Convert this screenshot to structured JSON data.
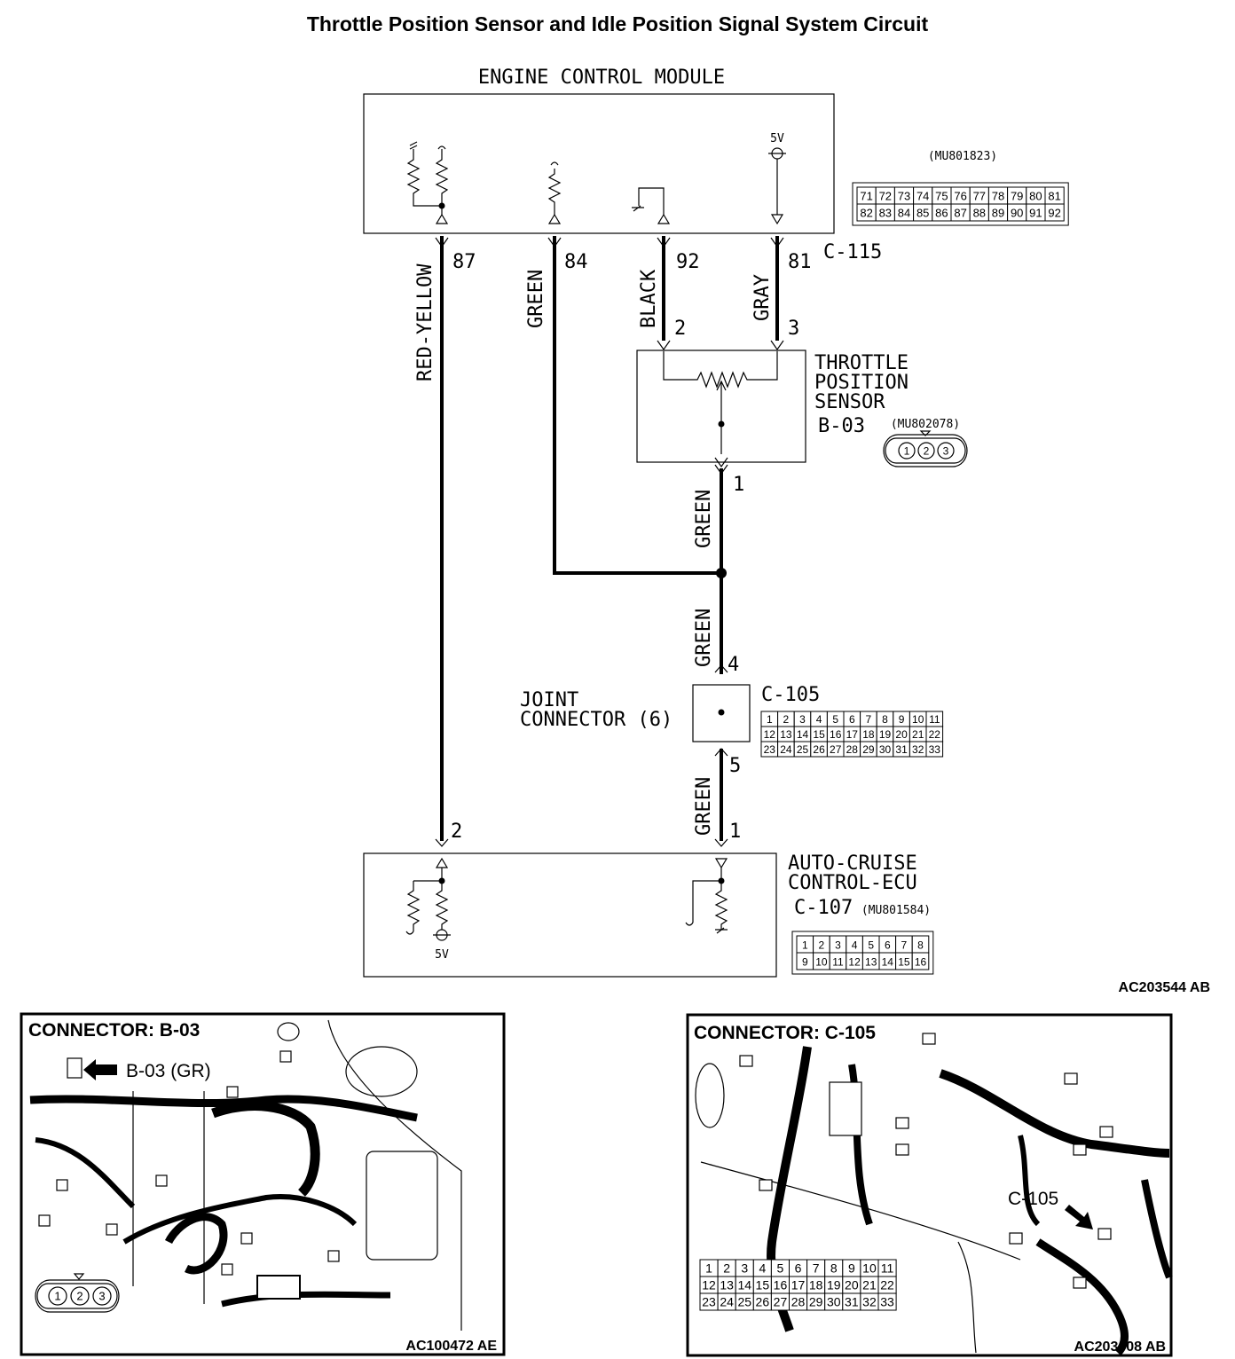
{
  "title": "Throttle Position Sensor and Idle Position Signal System Circuit",
  "ecm": {
    "label": "ENGINE CONTROL MODULE",
    "supply": "5V",
    "connector": "C-115",
    "part_no": "(MU801823)"
  },
  "ecm_pins": [
    {
      "pin": "87",
      "wire": "RED-YELLOW"
    },
    {
      "pin": "84",
      "wire": "GREEN"
    },
    {
      "pin": "92",
      "wire": "BLACK"
    },
    {
      "pin": "81",
      "wire": "GRAY"
    }
  ],
  "tps": {
    "label_lines": [
      "THROTTLE",
      "POSITION",
      "SENSOR"
    ],
    "connector": "B-03",
    "part_no": "(MU802078)",
    "pins": [
      "2",
      "3",
      "1"
    ],
    "out_wire": "GREEN"
  },
  "joint": {
    "label_lines": [
      "JOINT",
      "CONNECTOR (6)"
    ],
    "connector": "C-105",
    "pins": [
      "4",
      "5"
    ],
    "in_wire": "GREEN",
    "out_wire": "GREEN"
  },
  "ecu": {
    "label_lines": [
      "AUTO-CRUISE",
      "CONTROL-ECU"
    ],
    "connector": "C-107",
    "part_no": "(MU801584)",
    "pins": [
      "2",
      "1"
    ],
    "supply": "5V"
  },
  "grids": {
    "c115_rows": [
      [
        "71",
        "72",
        "73",
        "74",
        "75",
        "76",
        "77",
        "78",
        "79",
        "80",
        "81"
      ],
      [
        "82",
        "83",
        "84",
        "85",
        "86",
        "87",
        "88",
        "89",
        "90",
        "91",
        "92"
      ]
    ],
    "c105_rows": [
      [
        "1",
        "2",
        "3",
        "4",
        "5",
        "6",
        "7",
        "8",
        "9",
        "10",
        "11"
      ],
      [
        "12",
        "13",
        "14",
        "15",
        "16",
        "17",
        "18",
        "19",
        "20",
        "21",
        "22"
      ],
      [
        "23",
        "24",
        "25",
        "26",
        "27",
        "28",
        "29",
        "30",
        "31",
        "32",
        "33"
      ]
    ],
    "c107_rows": [
      [
        "1",
        "2",
        "3",
        "4",
        "5",
        "6",
        "7",
        "8"
      ],
      [
        "9",
        "10",
        "11",
        "12",
        "13",
        "14",
        "15",
        "16"
      ]
    ],
    "b03_pins": [
      "1",
      "2",
      "3"
    ]
  },
  "figure_code": "AC203544 AB",
  "panel_left": {
    "title": "CONNECTOR: B-03",
    "callout": "B-03 (GR)",
    "code": "AC100472 AE"
  },
  "panel_right": {
    "title": "CONNECTOR: C-105",
    "callout": "C-105",
    "code": "AC203008 AB"
  }
}
